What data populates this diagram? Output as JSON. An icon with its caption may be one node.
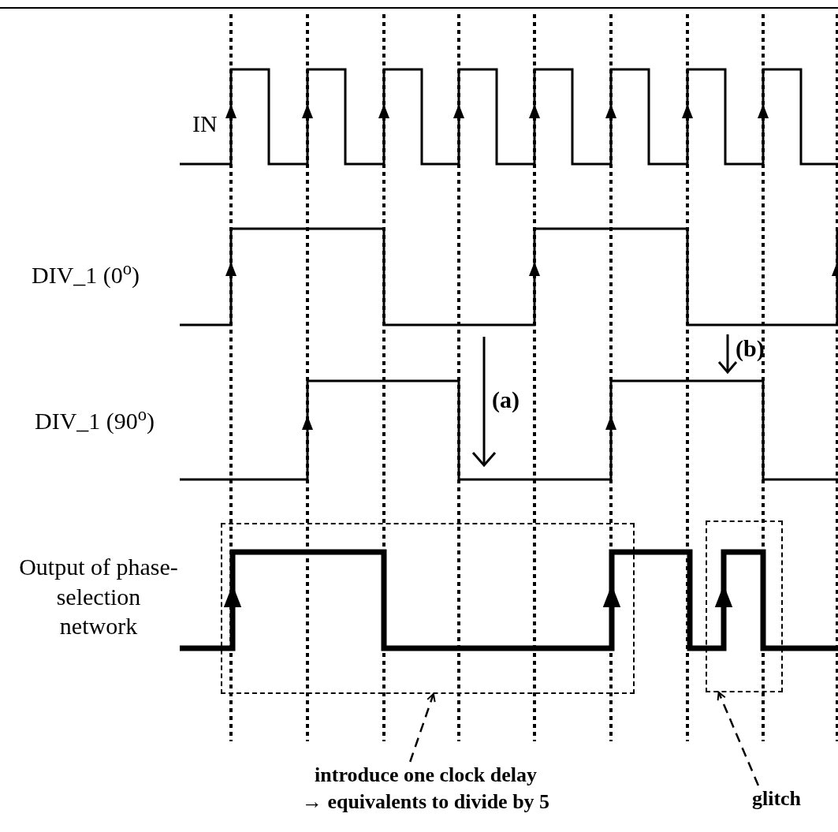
{
  "diagram": {
    "nodes": [
      {
        "text": [],
        "shape": "box"
      },
      {
        "text": [],
        "shape": "box"
      },
      {
        "text": [
          "introduce one clock delay",
          "→ equivalents to divide by 5"
        ]
      },
      {
        "text": [
          "glitch"
        ]
      }
    ],
    "edges": [
      {
        "from": 2,
        "to": 0,
        "arrow": "to",
        "style": "dashed"
      },
      {
        "from": 3,
        "to": 1,
        "arrow": "to",
        "style": "dashed"
      }
    ],
    "labels": [
      "IN",
      "DIV_1 (0$^{o}$)",
      "DIV_1 (90$^{o}$)",
      "Output of phase-selection network",
      "(a)",
      "(b)"
    ]
  }
}
